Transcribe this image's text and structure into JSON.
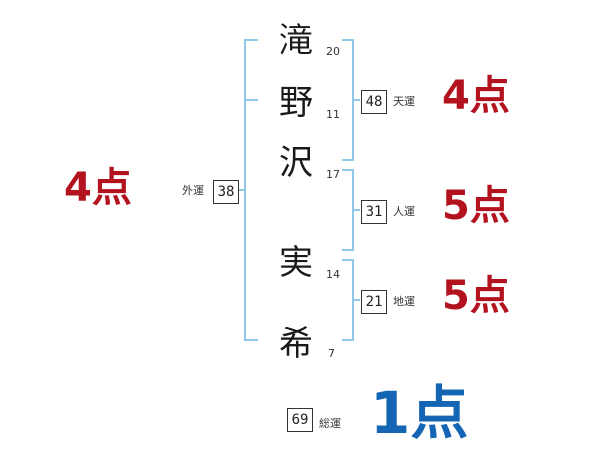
{
  "name_chars": [
    {
      "char": "滝",
      "strokes": "20"
    },
    {
      "char": "野",
      "strokes": "11"
    },
    {
      "char": "沢",
      "strokes": "17"
    },
    {
      "char": "実",
      "strokes": "14"
    },
    {
      "char": "希",
      "strokes": "7"
    }
  ],
  "gaiun": {
    "label": "外運",
    "value": "38",
    "score": "4点"
  },
  "tenun": {
    "label": "天運",
    "value": "48",
    "score": "4点"
  },
  "jinun": {
    "label": "人運",
    "value": "31",
    "score": "5点"
  },
  "chiun": {
    "label": "地運",
    "value": "21",
    "score": "5点"
  },
  "souun": {
    "label": "総運",
    "value": "69",
    "score": "1点"
  },
  "colors": {
    "bracket": "#8fc7e8",
    "score_red": "#b3121f",
    "score_blue": "#1565b5"
  }
}
